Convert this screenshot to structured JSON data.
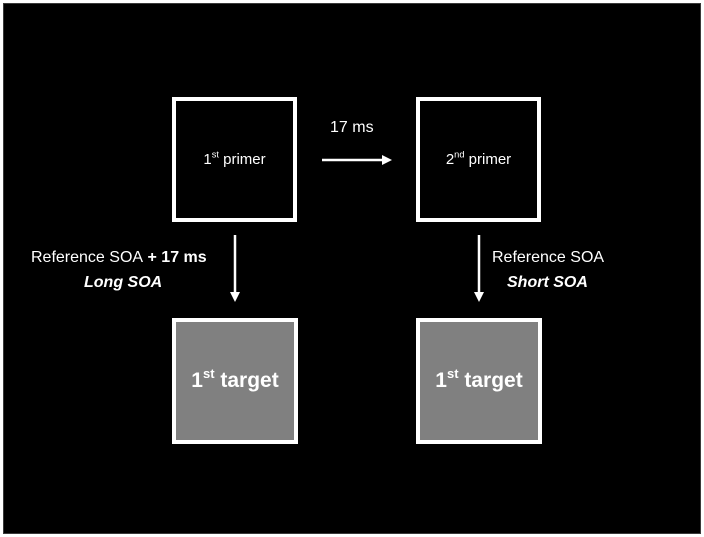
{
  "primer1": {
    "num": "1",
    "sup": "st",
    "text": " primer"
  },
  "primer2": {
    "num": "2",
    "sup": "nd",
    "text": " primer"
  },
  "interval": "17 ms",
  "left_path": {
    "line1_plain": "Reference SOA",
    "line1_bold": " + 17 ms",
    "line2": "Long SOA"
  },
  "right_path": {
    "line1": "Reference SOA",
    "line2": "Short SOA"
  },
  "target_left": {
    "num": "1",
    "sup": "st",
    "text": " target"
  },
  "target_right": {
    "num": "1",
    "sup": "st",
    "text": " target"
  },
  "colors": {
    "background": "#000000",
    "box_border": "#ffffff",
    "target_fill": "#808080",
    "arrow": "#ffffff"
  }
}
